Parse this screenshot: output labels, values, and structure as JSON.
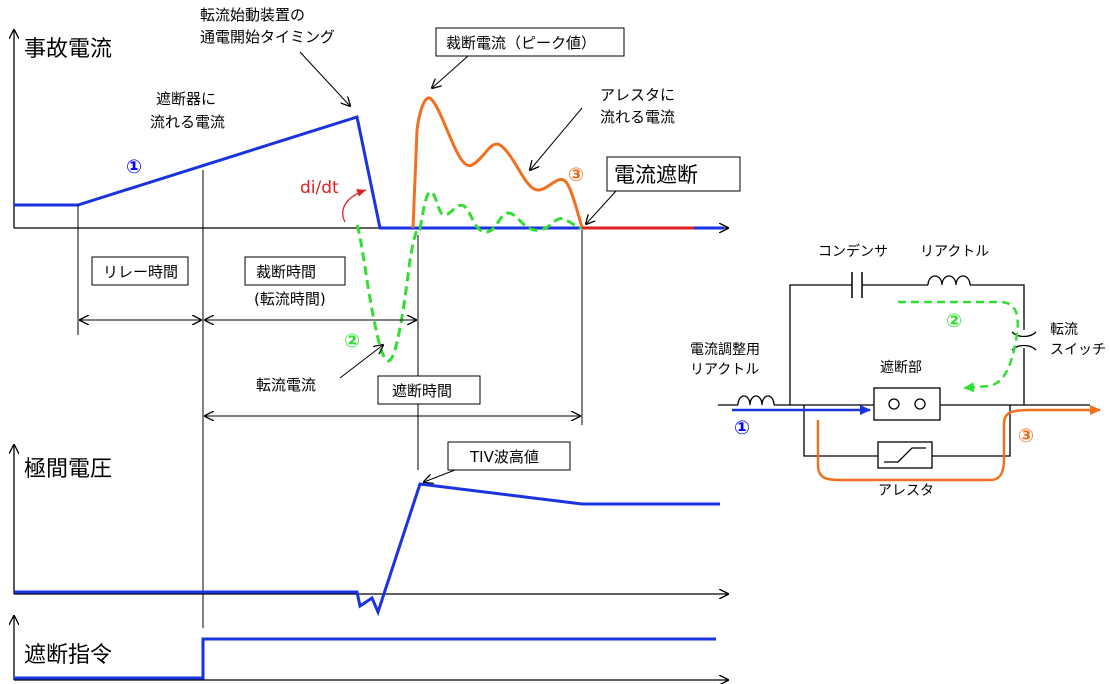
{
  "panels": {
    "fault_current": "事故電流",
    "pole_voltage": "極間電圧",
    "trip_command": "遮断指令"
  },
  "annotations": {
    "start_timing_1": "転流始動装置の",
    "start_timing_2": "通電開始タイミング",
    "breaker_current_1": "遮断器に",
    "breaker_current_2": "流れる電流",
    "cutoff_peak": "裁断電流（ピーク値）",
    "arrester_current_1": "アレスタに",
    "arrester_current_2": "流れる電流",
    "current_interruption": "電流遮断",
    "di_dt": "di/dt",
    "relay_time": "リレー時間",
    "cutoff_time_1": "裁断時間",
    "cutoff_time_2": "(転流時間)",
    "commutation_current": "転流電流",
    "interruption_time": "遮断時間",
    "tiv_peak": "TIV波高値"
  },
  "markers": {
    "one": "①",
    "two": "②",
    "three": "③"
  },
  "circuit": {
    "capacitor": "コンデンサ",
    "reactor": "リアクトル",
    "commutation_switch_1": "転流",
    "commutation_switch_2": "スイッチ",
    "adj_reactor_1": "電流調整用",
    "adj_reactor_2": "リアクトル",
    "interrupter": "遮断部",
    "arrester": "アレスタ"
  },
  "colors": {
    "breaker_current": "#1a33e0",
    "commutation_current": "#33dd33",
    "arrester_current": "#f07020",
    "interrupted": "#e02020",
    "di_dt": "#e02020"
  }
}
